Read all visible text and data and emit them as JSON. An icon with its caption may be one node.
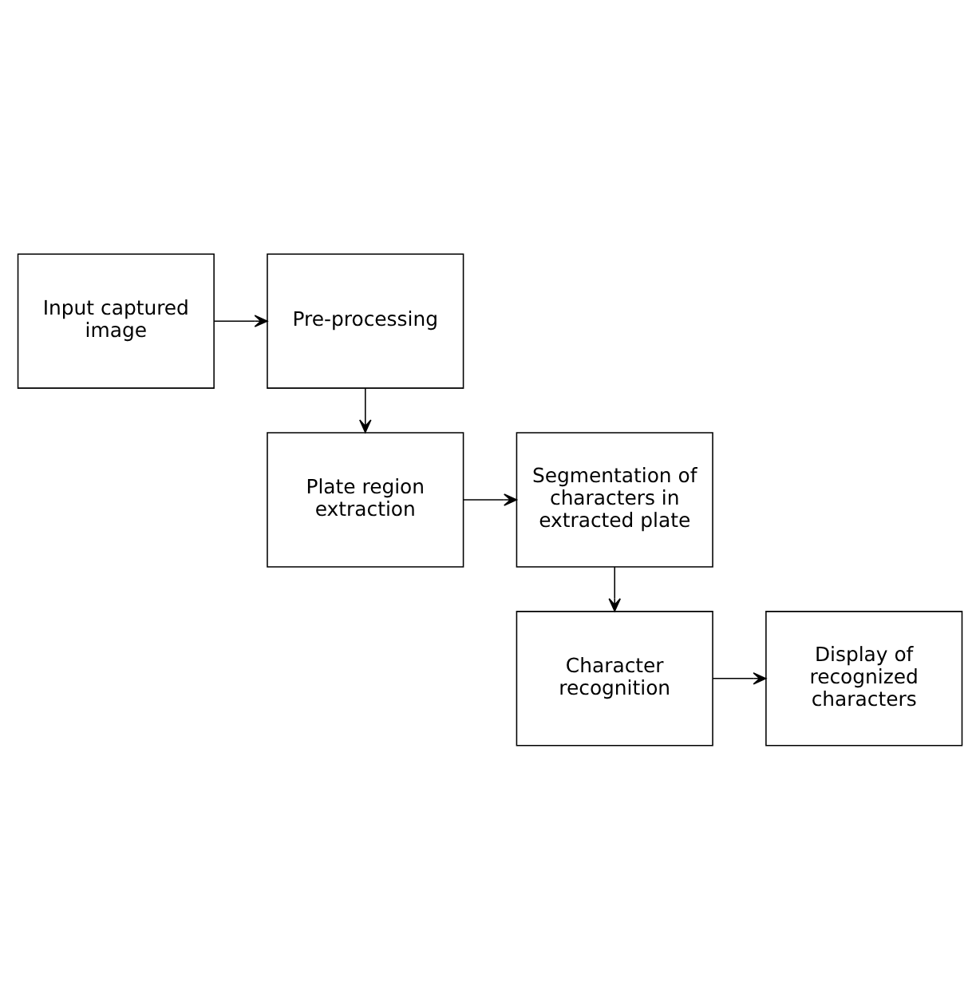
{
  "diagram": {
    "nodes": [
      {
        "text": [
          "Input captured image"
        ]
      },
      {
        "text": [
          "Pre-processing"
        ]
      },
      {
        "text": [
          "Plate region extraction"
        ]
      },
      {
        "text": [
          "Segmentation of characters in extracted plate"
        ]
      },
      {
        "text": [
          "Character recognition"
        ]
      },
      {
        "text": [
          "Display of recognized characters"
        ]
      }
    ],
    "edges": [
      {
        "from": 0,
        "to": 1,
        "arrow": "to"
      },
      {
        "from": 1,
        "to": 2,
        "arrow": "to"
      },
      {
        "from": 2,
        "to": 3,
        "arrow": "to"
      },
      {
        "from": 3,
        "to": 4,
        "arrow": "to"
      },
      {
        "from": 4,
        "to": 5,
        "arrow": "to"
      }
    ]
  }
}
